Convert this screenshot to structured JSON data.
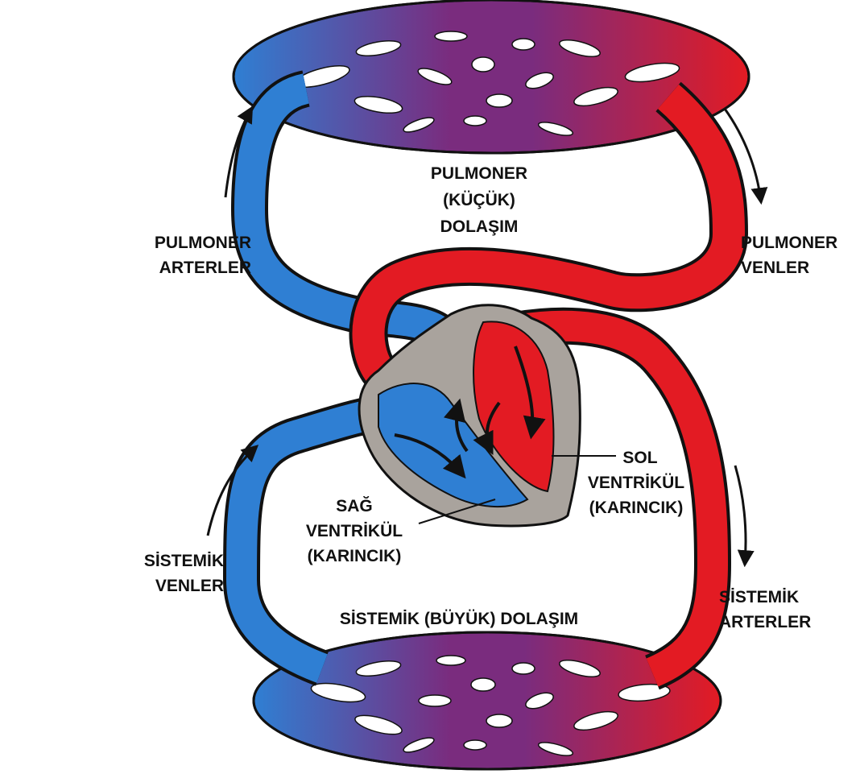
{
  "colors": {
    "oxygenated": "#e31b23",
    "deoxygenated": "#2f7fd3",
    "capillary_mix": "#7a2c7e",
    "heart_wall": "#a9a39d",
    "outline": "#111111"
  },
  "labels": {
    "pulmonary_circulation": [
      "PULMONER",
      "(KÜÇÜK)",
      "DOLAŞIM"
    ],
    "pulmonary_arteries": [
      "PULMONER",
      "ARTERLER"
    ],
    "pulmonary_veins": [
      "PULMONER",
      "VENLER"
    ],
    "left_ventricle": [
      "SOL",
      "VENTRİKÜL",
      "(KARINCIK)"
    ],
    "right_ventricle": [
      "SAĞ",
      "VENTRİKÜL",
      "(KARINCIK)"
    ],
    "systemic_veins": [
      "SİSTEMİK",
      "VENLER"
    ],
    "systemic_arteries": [
      "SİSTEMİK",
      "ARTERLER"
    ],
    "systemic_circulation": "SİSTEMİK (BÜYÜK) DOLAŞIM"
  },
  "flow_arrows": {
    "pulmonary_arteries": "up",
    "pulmonary_veins": "down",
    "systemic_veins": "up",
    "systemic_arteries": "down"
  }
}
